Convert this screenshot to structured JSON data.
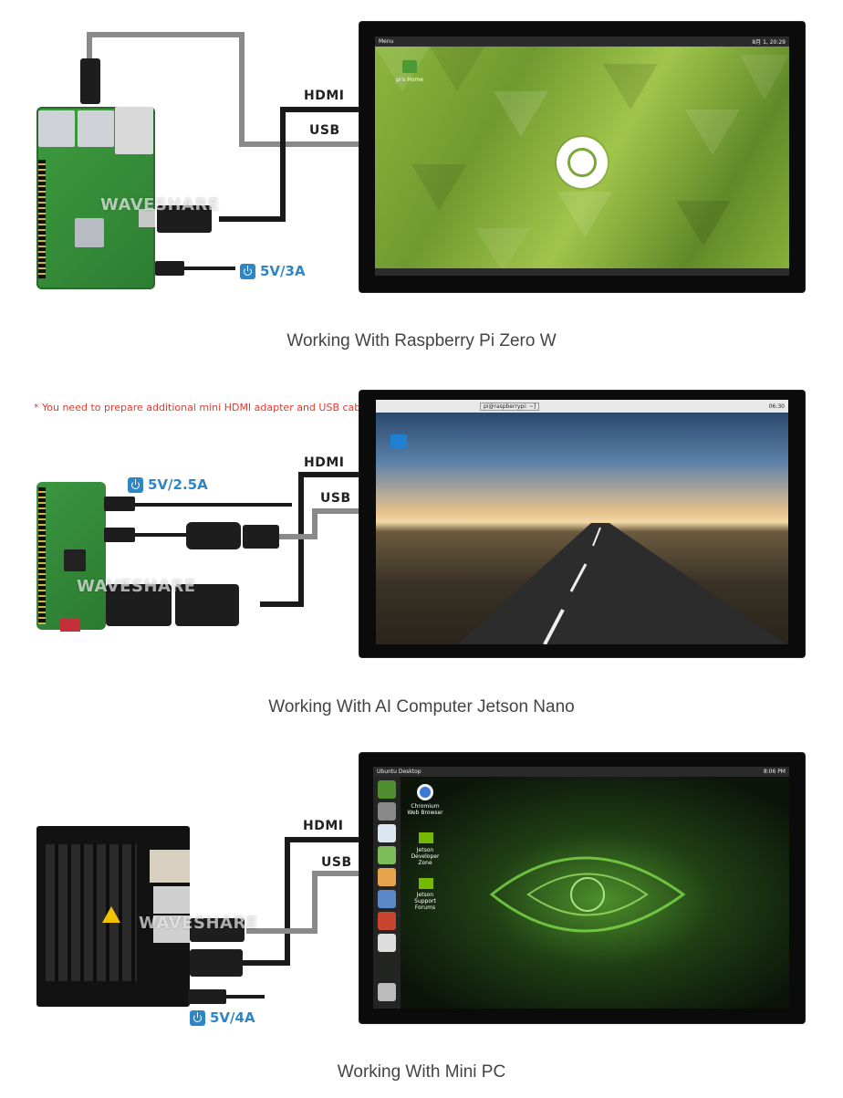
{
  "sections": [
    {
      "caption": "Working With Raspberry Pi Zero W",
      "hdmi_label": "HDMI",
      "usb_label": "USB",
      "power_label": "5V/3A",
      "watermark": "WAVESHARE",
      "taskbar": {
        "left": "Menu",
        "right": "8月 1, 20:29"
      },
      "desktop_icon": "pi's Home"
    },
    {
      "note": "* You need to prepare additional mini HDMI adapter and USB cable",
      "caption": "Working With AI Computer Jetson Nano",
      "hdmi_label": "HDMI",
      "usb_label": "USB",
      "power_label": "5V/2.5A",
      "watermark": "WAVESHARE",
      "taskbar": {
        "left": "pi@raspberrypi: ~]",
        "right": "06:30"
      }
    },
    {
      "caption": "Working With Mini PC",
      "hdmi_label": "HDMI",
      "usb_label": "USB",
      "power_label": "5V/4A",
      "watermark": "WAVESHARE",
      "taskbar": {
        "left": "Ubuntu Desktop",
        "right": "8:06 PM"
      },
      "desktop_icons": [
        "Chromium Web Browser",
        "Jetson Developer Zone",
        "Jetson Support Forums"
      ]
    }
  ],
  "colors": {
    "power_blue": "#2f86c6",
    "note_red": "#e23b2e",
    "cable_dark": "#1a1a1a",
    "cable_gray": "#8a8a8a"
  }
}
